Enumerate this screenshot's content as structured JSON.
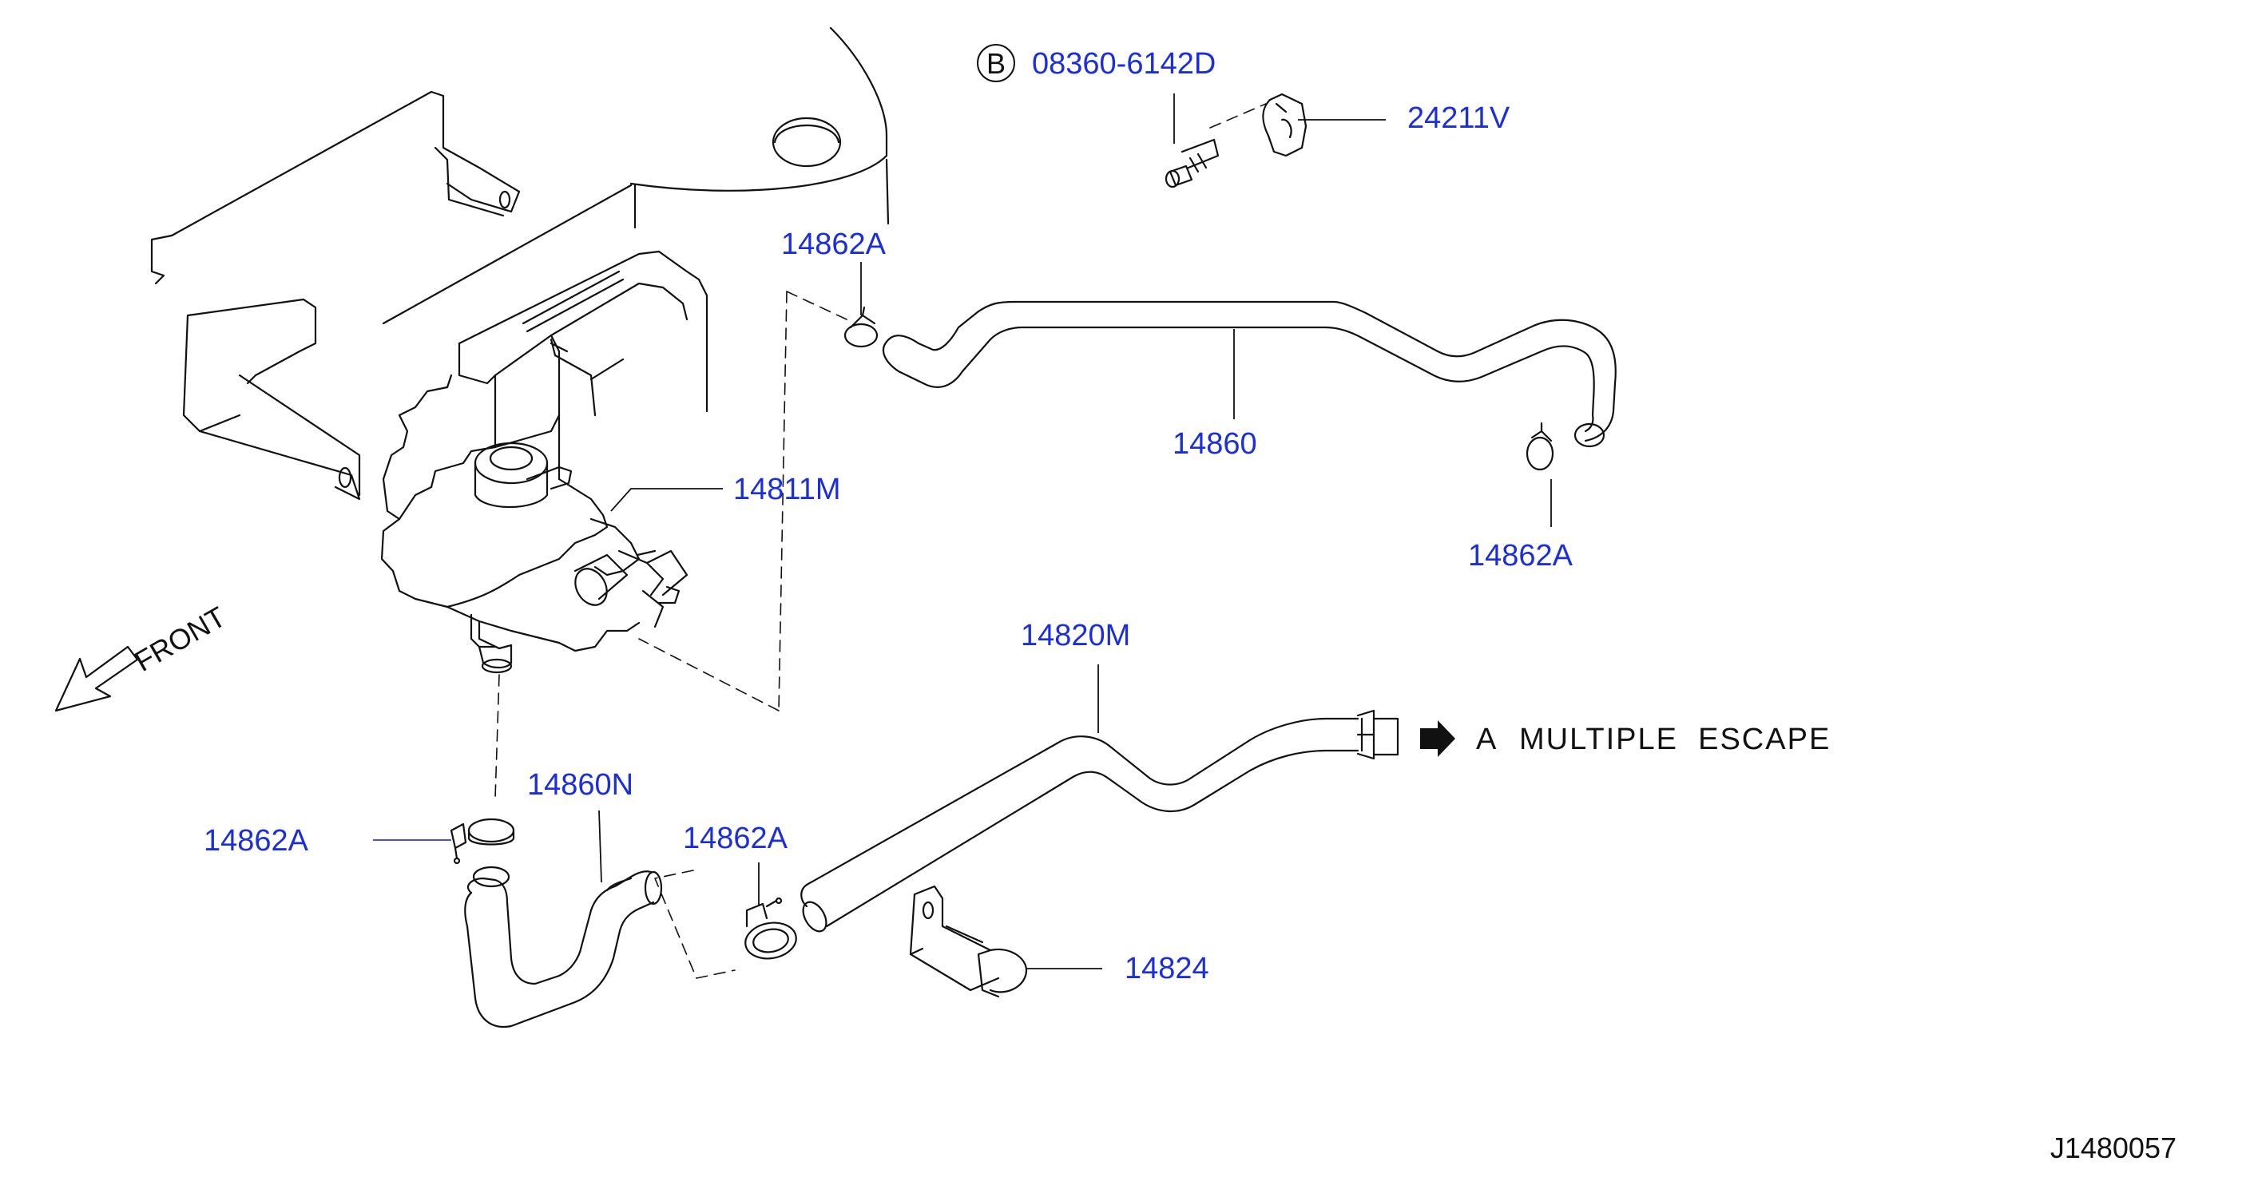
{
  "parts": {
    "bolt_marker": "B",
    "bolt": "08360-6142D",
    "clip_24211v": "24211V",
    "clamp_top": "14862A",
    "hose_14860": "14860",
    "canister": "14811M",
    "clamp_right": "14862A",
    "front": "FRONT",
    "hose_14820m": "14820M",
    "escape_marker": "A",
    "escape_note": "MULTIPLE  ESCAPE",
    "hose_14860n": "14860N",
    "clamp_left": "14862A",
    "clamp_mid": "14862A",
    "bracket": "14824"
  },
  "diagram_id": "J1480057",
  "colors": {
    "part_label": "#1a2ee0",
    "line": "#111111"
  }
}
